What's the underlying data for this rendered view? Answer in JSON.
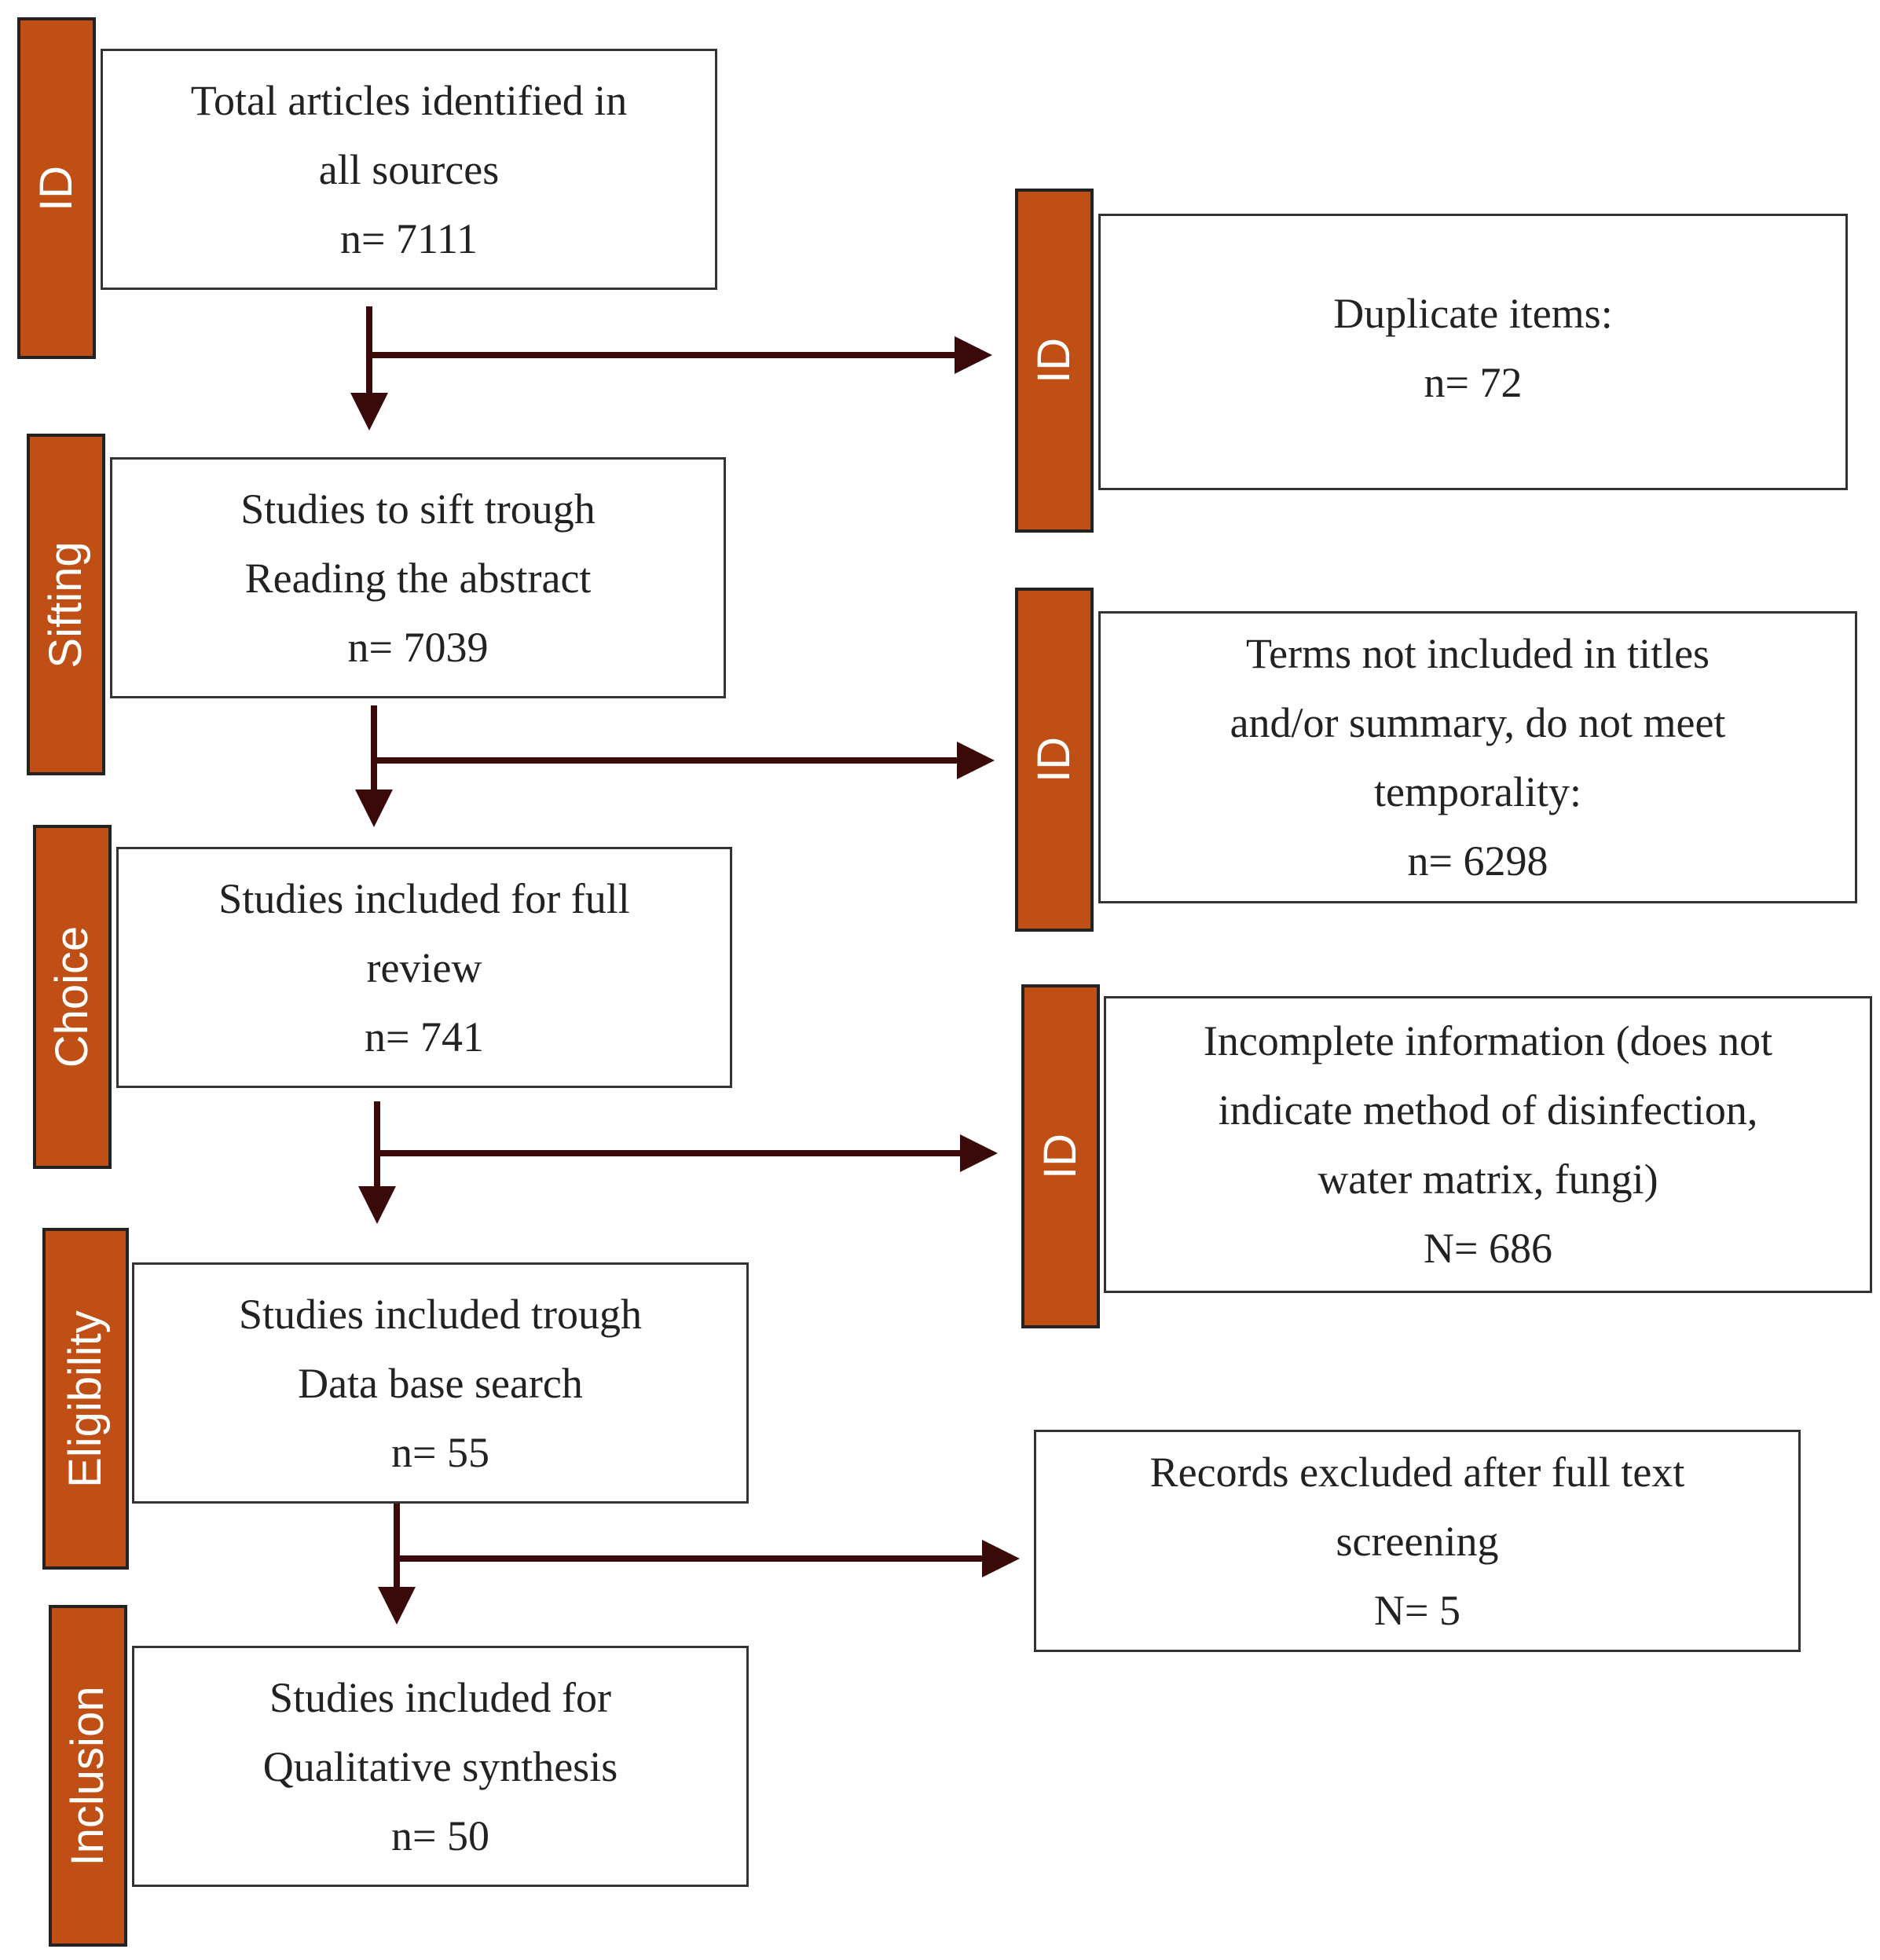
{
  "colors": {
    "stage_fill": "#c04f15",
    "arrow": "#3a0a0a",
    "box_border": "#333333"
  },
  "stages": {
    "s1": "ID",
    "s2": "Sifting",
    "s3": "Choice",
    "s4": "Eligibility",
    "s5": "Inclusion"
  },
  "right_stages": {
    "r1": "ID",
    "r2": "ID",
    "r3": "ID"
  },
  "main_boxes": {
    "b1": {
      "l1": "Total articles identified in",
      "l2": "all sources",
      "l3": "n= 7111"
    },
    "b2": {
      "l1": "Studies to sift trough",
      "l2": "Reading the abstract",
      "l3": "n= 7039"
    },
    "b3": {
      "l1": "Studies included for full",
      "l2": "review",
      "l3": "n= 741"
    },
    "b4": {
      "l1": "Studies included trough",
      "l2": "Data base search",
      "l3": "n= 55"
    },
    "b5": {
      "l1": "Studies included for",
      "l2": "Qualitative synthesis",
      "l3": "n= 50"
    }
  },
  "excluded_boxes": {
    "e1": {
      "l1": "Duplicate items:",
      "l2": "n= 72"
    },
    "e2": {
      "l1": "Terms not included in titles",
      "l2": "and/or summary, do not meet",
      "l3": "temporality:",
      "l4": "n= 6298"
    },
    "e3": {
      "l1": "Incomplete information (does not",
      "l2": "indicate method of disinfection,",
      "l3": "water matrix, fungi)",
      "l4": "N=  686"
    },
    "e4": {
      "l1": "Records excluded after full text",
      "l2": "screening",
      "l3": "N=  5"
    }
  }
}
